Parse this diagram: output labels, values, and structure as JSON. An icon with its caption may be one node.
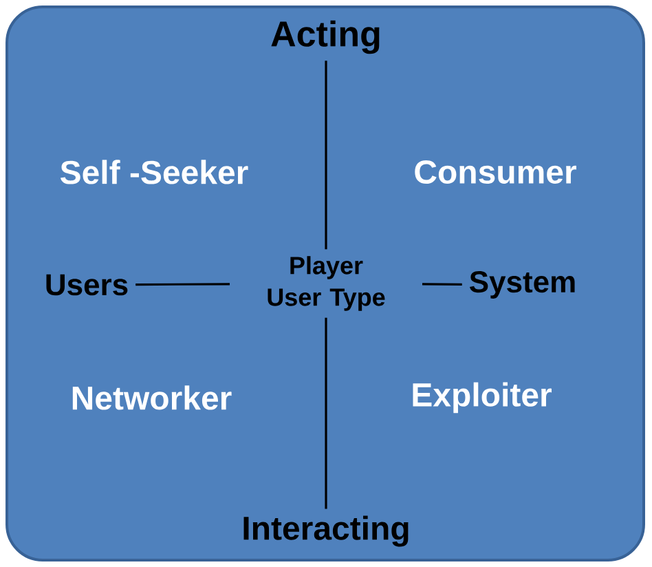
{
  "diagram": {
    "nodes": [
      {
        "text": [
          "Acting"
        ]
      },
      {
        "text": [
          "Users"
        ]
      },
      {
        "text": [
          "Player User Type"
        ]
      },
      {
        "text": [
          "System"
        ]
      },
      {
        "text": [
          "Interacting"
        ]
      }
    ],
    "edges": [
      {
        "from": 0,
        "to": 2,
        "arrow": "none"
      },
      {
        "from": 1,
        "to": 2,
        "arrow": "none"
      },
      {
        "from": 2,
        "to": 3,
        "arrow": "none"
      },
      {
        "from": 2,
        "to": 4,
        "arrow": "none"
      }
    ],
    "labels": [
      "Self -Seeker",
      "Consumer",
      "Networker",
      "Exploiter"
    ]
  }
}
